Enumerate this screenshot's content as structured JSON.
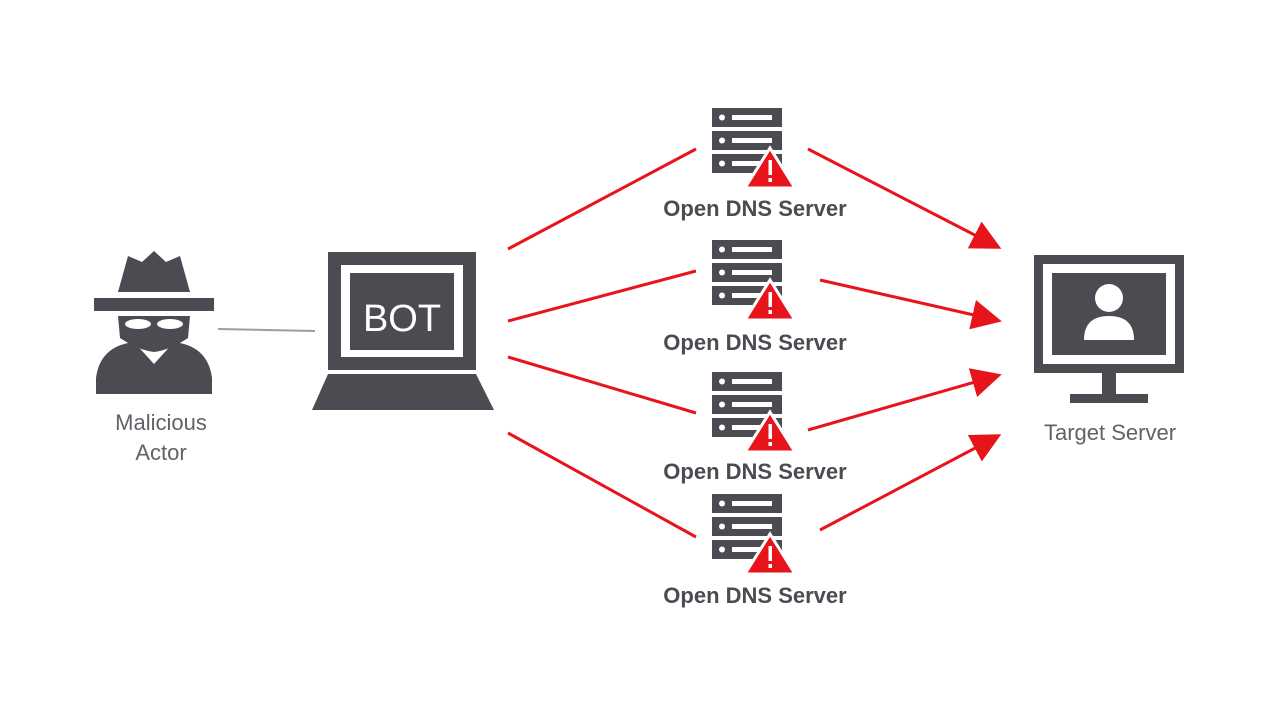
{
  "nodes": {
    "actor": {
      "line1": "Malicious",
      "line2": "Actor",
      "icon": "spy-icon"
    },
    "bot": {
      "label": "BOT",
      "icon": "laptop-icon"
    },
    "dns_servers": [
      {
        "label": "Open DNS Server",
        "icon": "server-warning-icon"
      },
      {
        "label": "Open DNS Server",
        "icon": "server-warning-icon"
      },
      {
        "label": "Open DNS Server",
        "icon": "server-warning-icon"
      },
      {
        "label": "Open DNS Server",
        "icon": "server-warning-icon"
      }
    ],
    "target": {
      "label": "Target Server",
      "icon": "monitor-user-icon"
    }
  },
  "colors": {
    "icon": "#4a4c51",
    "arrow": "#e8141b",
    "connector": "#9e9e9e",
    "text": "#5f6368"
  }
}
